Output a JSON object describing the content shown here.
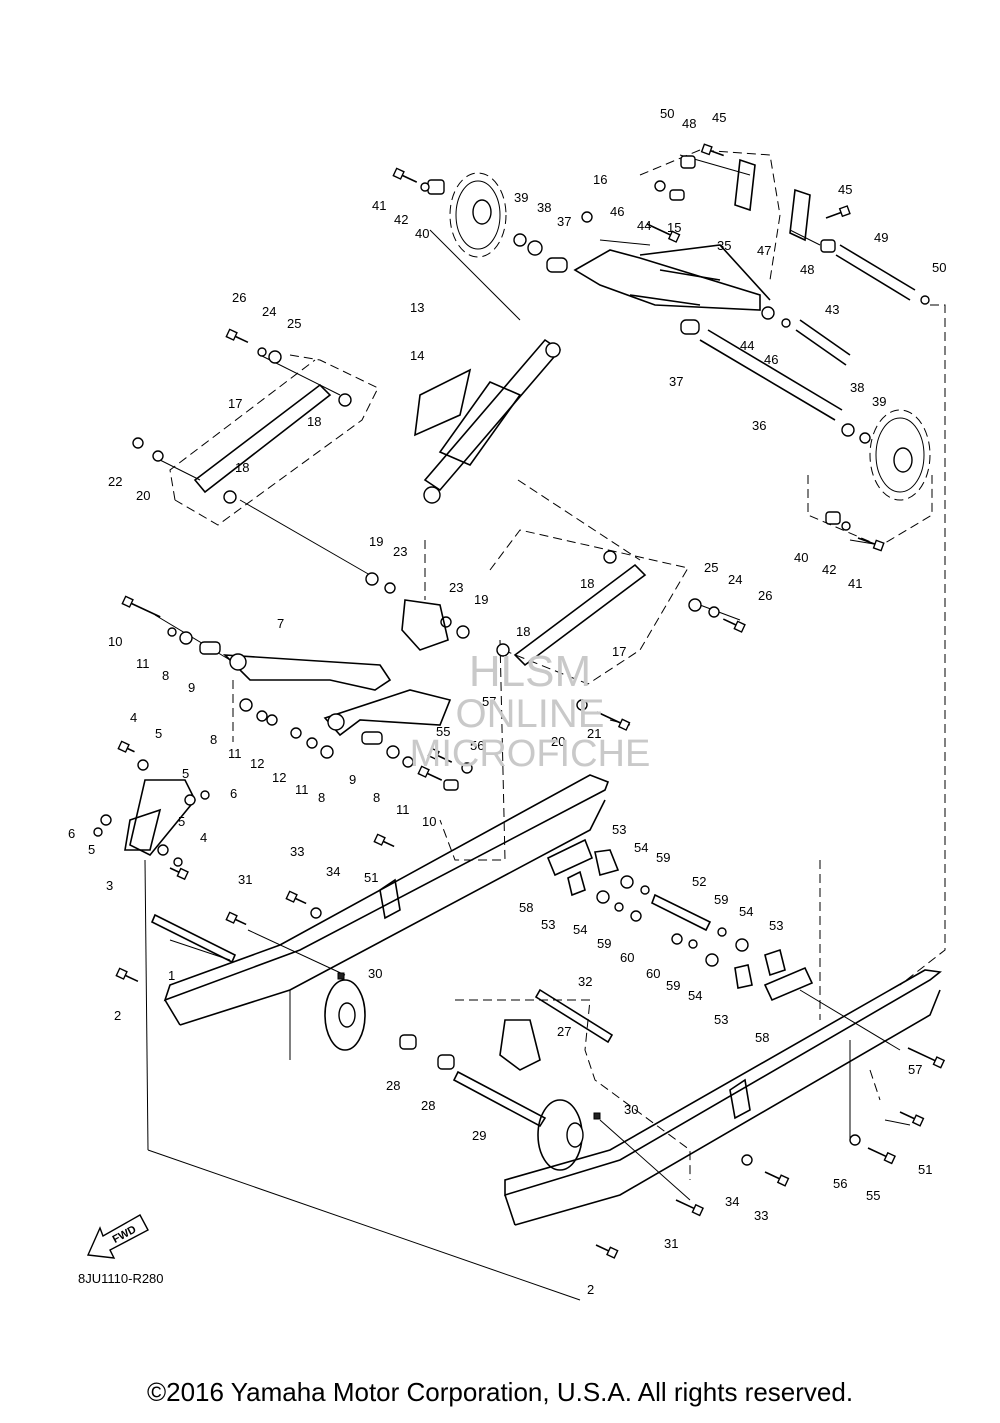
{
  "diagram": {
    "ref_code": "8JU1110-R280",
    "fwd_label": "FWD",
    "copyright": "©2016 Yamaha Motor Corporation, U.S.A. All rights reserved.",
    "watermark": [
      "HLSM",
      "ONLINE",
      "MICROFICHE"
    ]
  },
  "callouts": [
    {
      "id": "c50a",
      "text": "50"
    },
    {
      "id": "c48a",
      "text": "48"
    },
    {
      "id": "c45a",
      "text": "45"
    },
    {
      "id": "c41a",
      "text": "41"
    },
    {
      "id": "c42a",
      "text": "42"
    },
    {
      "id": "c40a",
      "text": "40"
    },
    {
      "id": "c39a",
      "text": "39"
    },
    {
      "id": "c38a",
      "text": "38"
    },
    {
      "id": "c37a",
      "text": "37"
    },
    {
      "id": "c16",
      "text": "16"
    },
    {
      "id": "c46a",
      "text": "46"
    },
    {
      "id": "c44a",
      "text": "44"
    },
    {
      "id": "c15",
      "text": "15"
    },
    {
      "id": "c47",
      "text": "47"
    },
    {
      "id": "c45b",
      "text": "45"
    },
    {
      "id": "c48b",
      "text": "48"
    },
    {
      "id": "c49",
      "text": "49"
    },
    {
      "id": "c35",
      "text": "35"
    },
    {
      "id": "c50b",
      "text": "50"
    },
    {
      "id": "c26a",
      "text": "26"
    },
    {
      "id": "c24a",
      "text": "24"
    },
    {
      "id": "c25a",
      "text": "25"
    },
    {
      "id": "c13",
      "text": "13"
    },
    {
      "id": "c43",
      "text": "43"
    },
    {
      "id": "c44b",
      "text": "44"
    },
    {
      "id": "c46b",
      "text": "46"
    },
    {
      "id": "c14",
      "text": "14"
    },
    {
      "id": "c37b",
      "text": "37"
    },
    {
      "id": "c17a",
      "text": "17"
    },
    {
      "id": "c18a",
      "text": "18"
    },
    {
      "id": "c38b",
      "text": "38"
    },
    {
      "id": "c39b",
      "text": "39"
    },
    {
      "id": "c36",
      "text": "36"
    },
    {
      "id": "c22",
      "text": "22"
    },
    {
      "id": "c20a",
      "text": "20"
    },
    {
      "id": "c18b",
      "text": "18"
    },
    {
      "id": "c40b",
      "text": "40"
    },
    {
      "id": "c42b",
      "text": "42"
    },
    {
      "id": "c41b",
      "text": "41"
    },
    {
      "id": "c19a",
      "text": "19"
    },
    {
      "id": "c23a",
      "text": "23"
    },
    {
      "id": "c18c",
      "text": "18"
    },
    {
      "id": "c25b",
      "text": "25"
    },
    {
      "id": "c24b",
      "text": "24"
    },
    {
      "id": "c26b",
      "text": "26"
    },
    {
      "id": "c23b",
      "text": "23"
    },
    {
      "id": "c19b",
      "text": "19"
    },
    {
      "id": "c10a",
      "text": "10"
    },
    {
      "id": "c7",
      "text": "7"
    },
    {
      "id": "c18d",
      "text": "18"
    },
    {
      "id": "c17b",
      "text": "17"
    },
    {
      "id": "c11a",
      "text": "11"
    },
    {
      "id": "c8a",
      "text": "8"
    },
    {
      "id": "c9a",
      "text": "9"
    },
    {
      "id": "c57a",
      "text": "57"
    },
    {
      "id": "c4a",
      "text": "4"
    },
    {
      "id": "c5a",
      "text": "5"
    },
    {
      "id": "c8b",
      "text": "8"
    },
    {
      "id": "c11b",
      "text": "11"
    },
    {
      "id": "c12a",
      "text": "12"
    },
    {
      "id": "c55a",
      "text": "55"
    },
    {
      "id": "c56a",
      "text": "56"
    },
    {
      "id": "c20b",
      "text": "20"
    },
    {
      "id": "c21",
      "text": "21"
    },
    {
      "id": "c5b",
      "text": "5"
    },
    {
      "id": "c12b",
      "text": "12"
    },
    {
      "id": "c11c",
      "text": "11"
    },
    {
      "id": "c8c",
      "text": "8"
    },
    {
      "id": "c9b",
      "text": "9"
    },
    {
      "id": "c8d",
      "text": "8"
    },
    {
      "id": "c6a",
      "text": "6"
    },
    {
      "id": "c11d",
      "text": "11"
    },
    {
      "id": "c6b",
      "text": "6"
    },
    {
      "id": "c5c",
      "text": "5"
    },
    {
      "id": "c5d",
      "text": "5"
    },
    {
      "id": "c10b",
      "text": "10"
    },
    {
      "id": "c4b",
      "text": "4"
    },
    {
      "id": "c53a",
      "text": "53"
    },
    {
      "id": "c54a",
      "text": "54"
    },
    {
      "id": "c59a",
      "text": "59"
    },
    {
      "id": "c3",
      "text": "3"
    },
    {
      "id": "c33a",
      "text": "33"
    },
    {
      "id": "c51a",
      "text": "51"
    },
    {
      "id": "c34a",
      "text": "34"
    },
    {
      "id": "c31a",
      "text": "31"
    },
    {
      "id": "c52",
      "text": "52"
    },
    {
      "id": "c58a",
      "text": "58"
    },
    {
      "id": "c53b",
      "text": "53"
    },
    {
      "id": "c54b",
      "text": "54"
    },
    {
      "id": "c59b",
      "text": "59"
    },
    {
      "id": "c60a",
      "text": "60"
    },
    {
      "id": "c59c",
      "text": "59"
    },
    {
      "id": "c54c",
      "text": "54"
    },
    {
      "id": "c53c",
      "text": "53"
    },
    {
      "id": "c1",
      "text": "1"
    },
    {
      "id": "c60b",
      "text": "60"
    },
    {
      "id": "c59d",
      "text": "59"
    },
    {
      "id": "c54d",
      "text": "54"
    },
    {
      "id": "c30a",
      "text": "30"
    },
    {
      "id": "c32",
      "text": "32"
    },
    {
      "id": "c2a",
      "text": "2"
    },
    {
      "id": "c27",
      "text": "27"
    },
    {
      "id": "c53d",
      "text": "53"
    },
    {
      "id": "c58b",
      "text": "58"
    },
    {
      "id": "c57b",
      "text": "57"
    },
    {
      "id": "c28a",
      "text": "28"
    },
    {
      "id": "c28b",
      "text": "28"
    },
    {
      "id": "c29",
      "text": "29"
    },
    {
      "id": "c30b",
      "text": "30"
    },
    {
      "id": "c51b",
      "text": "51"
    },
    {
      "id": "c56b",
      "text": "56"
    },
    {
      "id": "c55b",
      "text": "55"
    },
    {
      "id": "c34b",
      "text": "34"
    },
    {
      "id": "c33b",
      "text": "33"
    },
    {
      "id": "c31b",
      "text": "31"
    },
    {
      "id": "c2b",
      "text": "2"
    }
  ]
}
